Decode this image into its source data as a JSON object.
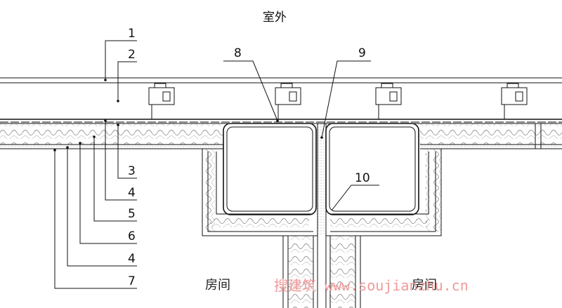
{
  "title": "室外",
  "rooms": [
    "房间",
    "房间"
  ],
  "labels_left": [
    "1",
    "2",
    "3",
    "4",
    "5",
    "6",
    "4",
    "7"
  ],
  "labels_top": [
    "8",
    "9"
  ],
  "label_10": "10",
  "watermark": "搜建筑 www.soujianzhu.cn",
  "colors": {
    "line": "#111111",
    "watermark": "#ef9a9a",
    "background": "#ffffff"
  }
}
